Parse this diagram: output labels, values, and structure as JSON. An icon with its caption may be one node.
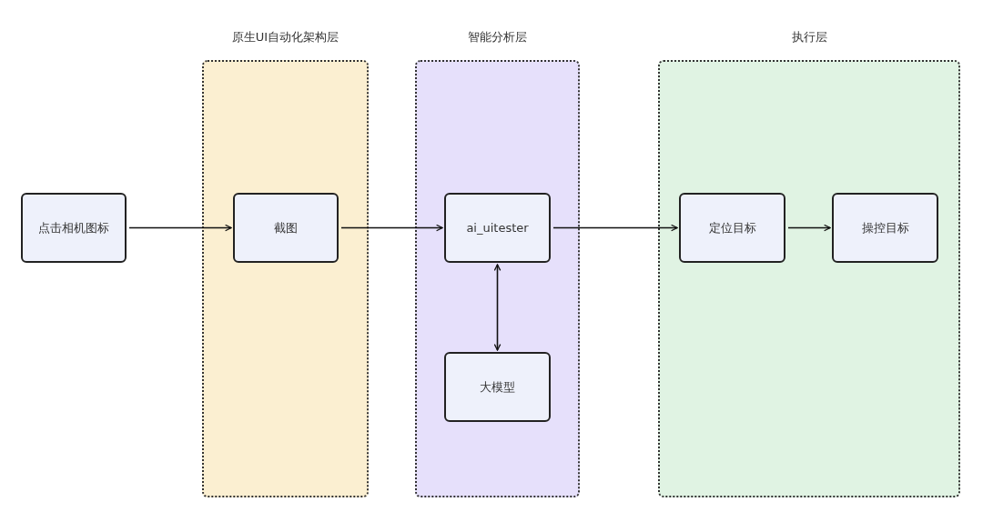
{
  "diagram": {
    "nodes": [
      {
        "text": [
          "原生UI自动化架构层"
        ]
      },
      {
        "text": [
          "智能分析层"
        ]
      },
      {
        "text": [
          "执行层"
        ]
      },
      {
        "text": [
          "点击相机图标"
        ]
      },
      {
        "text": [
          "截图"
        ],
        "in": 0
      },
      {
        "text": [
          "ai_uitester"
        ],
        "in": 1
      },
      {
        "text": [
          "大模型"
        ],
        "in": 1
      },
      {
        "text": [
          "定位目标"
        ],
        "in": 2
      },
      {
        "text": [
          "操控目标"
        ],
        "in": 2
      }
    ],
    "edges": [
      {
        "from": 3,
        "to": 4,
        "arrow": "to"
      },
      {
        "from": 4,
        "to": 5,
        "arrow": "to"
      },
      {
        "from": 5,
        "to": 7,
        "arrow": "to"
      },
      {
        "from": 7,
        "to": 8,
        "arrow": "to"
      },
      {
        "from": 5,
        "to": 6,
        "arrow": "both"
      }
    ]
  }
}
